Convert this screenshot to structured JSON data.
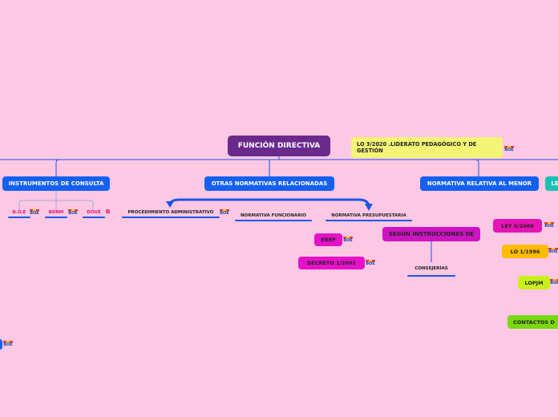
{
  "root": {
    "label": "FUNCIÓN DIRECTIVA"
  },
  "note": {
    "label": "LO 3/2020 .LIDERATO PEDAGÓGICO Y DE GESTIÓN"
  },
  "branches": {
    "instrumentos": "INSTRUMENTOS DE CONSULTA",
    "otras": "OTRAS NORMATIVAS RELACIONADAS",
    "relativa": "NORMATIVA RELATIVA AL MENOR",
    "le": "LE"
  },
  "instrumentos_children": {
    "boe": "B.O.E",
    "borm": "BORM",
    "doue": "DOUE"
  },
  "otras_children": {
    "procedimiento": "PROCEDIMIENTO ADMINISTRATIVO",
    "funcionario": "NORMATIVA FUNCIONARIO",
    "presupuestaria": "NORMATIVA PRESUPUESTARIA"
  },
  "funcionario_children": {
    "ebep": "EBEP",
    "decreto": "DECRETO 1/2001"
  },
  "presupuestaria_children": {
    "segun": "SEGÚN INSTRUCCIONES DE",
    "consejerias": "CONSEJERÍAS"
  },
  "menor_children": {
    "ley": "LEY 5/2000",
    "lo1996": "LO 1/1996",
    "lopjm": "LOPJM",
    "contactos": "CONTACTOS D"
  },
  "icon_text": {
    "boe_logo": "BOE"
  },
  "colors": {
    "background": "#fdc8e4",
    "root": "#6a2a8c",
    "branch": "#1560ee",
    "note": "#f4f475",
    "ley": "#e614b4",
    "lo1996": "#ffbb00",
    "lopjm": "#c9f01a",
    "contactos": "#7ad80f",
    "le": "#19c2b5"
  }
}
